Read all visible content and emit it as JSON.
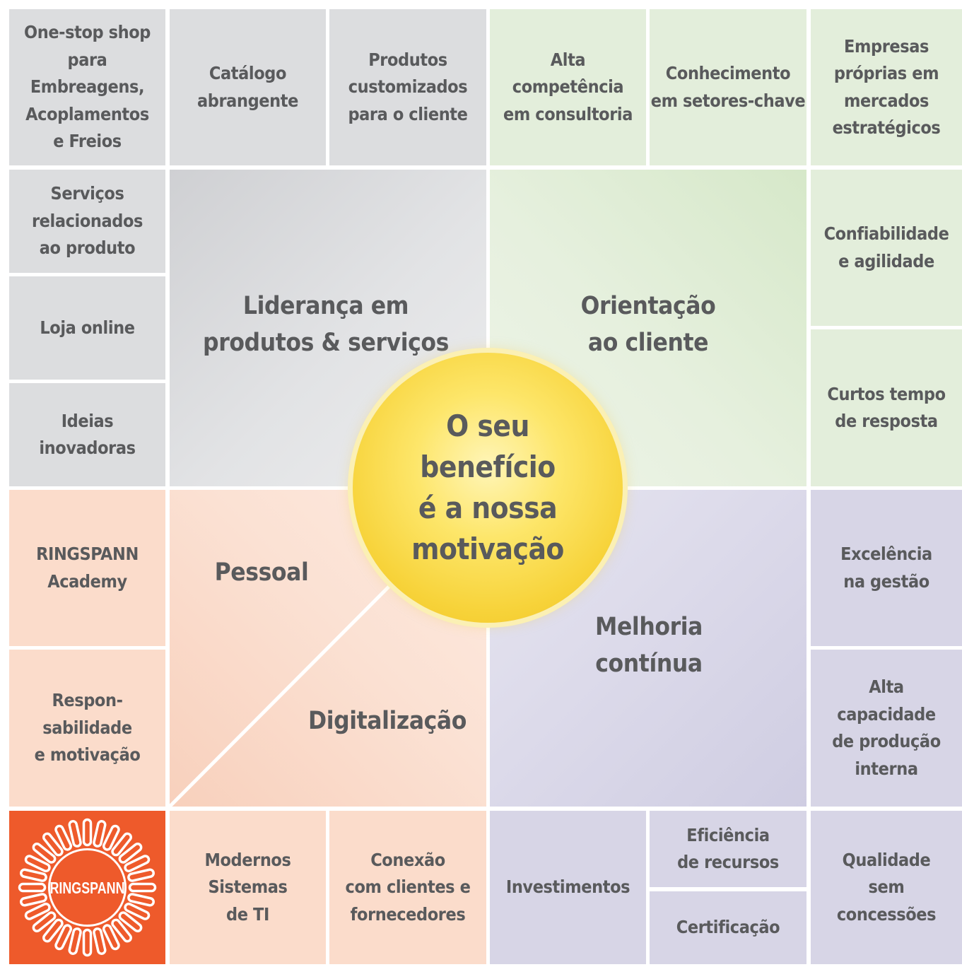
{
  "colors": {
    "grey": "#dcdddf",
    "green": "#e3eedb",
    "salmon": "#fbdccb",
    "lavender": "#d7d5e6",
    "logo_orange": "#ee5a2b",
    "circle_yellow": "#f7d33a",
    "text": "#595a5c"
  },
  "center": {
    "text": "O seu\nbenefício\né a nossa\nmotivação"
  },
  "quadrants": {
    "top_left": "Liderança em\nprodutos & serviços",
    "top_right": "Orientação\nao cliente",
    "bottom_left_upper": "Pessoal",
    "bottom_left_lower": "Digitalização",
    "bottom_right": "Melhoria\ncontínua"
  },
  "top_row": [
    "One-stop shop\npara\nEmbreagens,\nAcoplamentos\ne Freios",
    "Catálogo\nabrangente",
    "Produtos\ncustomizados\npara o cliente",
    "Alta\ncompetência\nem consultoria",
    "Conhecimento\nem setores-chave",
    "Empresas\npróprias em\nmercados\nestratégicos"
  ],
  "left_column": [
    "Serviços\nrelacionados\nao produto",
    "Loja online",
    "Ideias\ninovadoras",
    "RINGSPANN\nAcademy",
    "Respon-\nsabilidade\ne motivação"
  ],
  "right_column": [
    "Confiabilidade\ne agilidade",
    "Curtos tempo\nde resposta",
    "Excelência\nna gestão",
    "Alta\ncapacidade\nde produção\ninterna"
  ],
  "bottom_row": [
    "Modernos\nSistemas\nde TI",
    "Conexão\ncom clientes e\nfornecedores",
    "Investimentos",
    "Eficiência\nde recursos",
    "Certificação",
    "Qualidade\nsem\nconcessões"
  ],
  "logo": {
    "text": "RINGSPANN",
    "icon": "ringspann-logo-icon"
  }
}
